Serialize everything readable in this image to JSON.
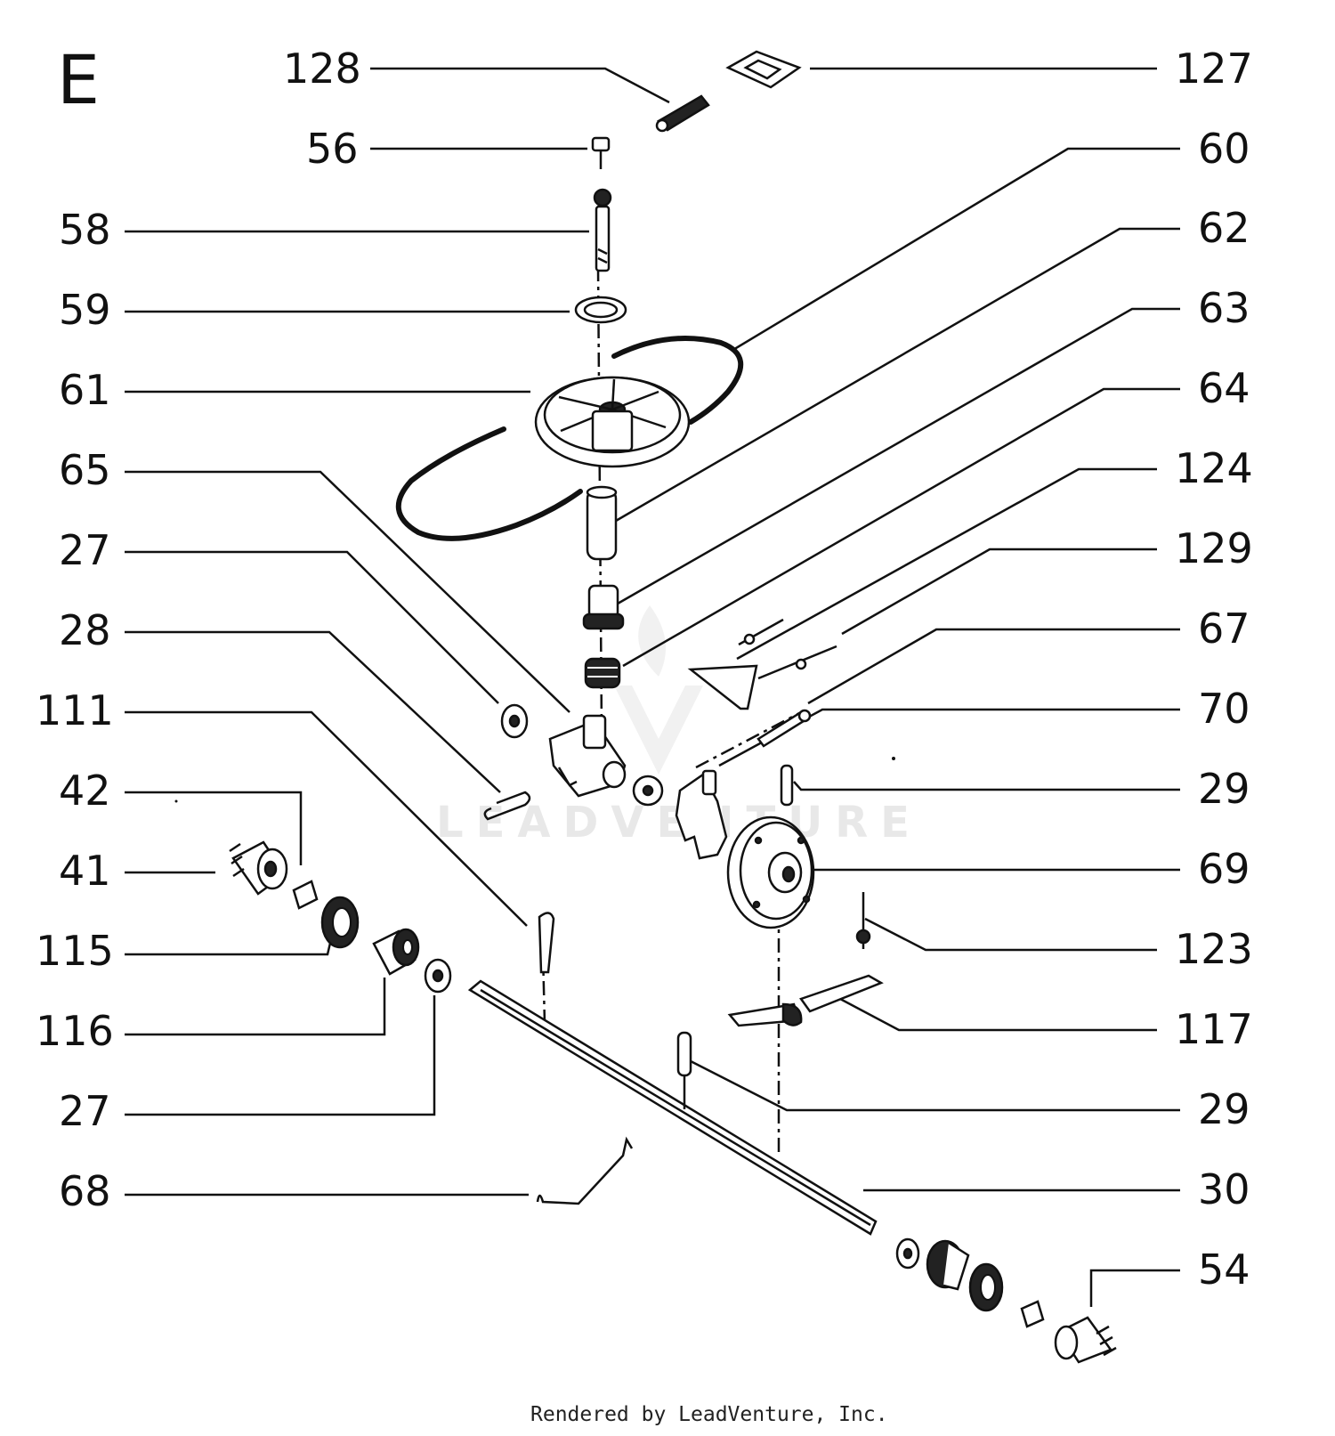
{
  "section_letter": "E",
  "footer": "Rendered by LeadVenture, Inc.",
  "watermark": "LEADVENTURE",
  "callouts": {
    "c128": "128",
    "c127": "127",
    "c56": "56",
    "c60": "60",
    "c58": "58",
    "c62": "62",
    "c59": "59",
    "c63": "63",
    "c61": "61",
    "c64": "64",
    "c65": "65",
    "c124": "124",
    "c27a": "27",
    "c129": "129",
    "c28": "28",
    "c67": "67",
    "c111": "111",
    "c70": "70",
    "c42": "42",
    "c29a": "29",
    "c41": "41",
    "c69": "69",
    "c115": "115",
    "c123": "123",
    "c116": "116",
    "c117": "117",
    "c27b": "27",
    "c29b": "29",
    "c68": "68",
    "c30": "30",
    "c54": "54"
  }
}
